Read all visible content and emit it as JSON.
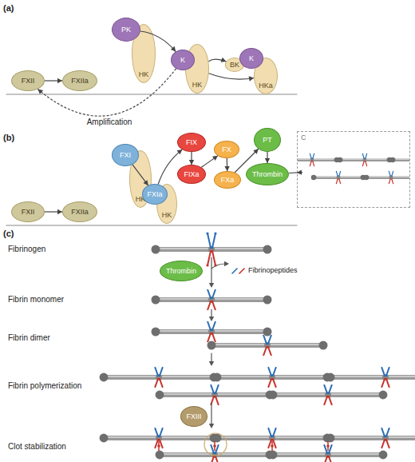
{
  "diagram": {
    "nodes": [
      {
        "text": [
          "FXII"
        ]
      },
      {
        "text": [
          "FXIIa"
        ]
      },
      {
        "text": [
          "HK"
        ]
      },
      {
        "text": [
          "PK"
        ]
      },
      {
        "text": [
          "HK"
        ]
      },
      {
        "text": [
          "K"
        ]
      },
      {
        "text": [
          "BK"
        ]
      },
      {
        "text": [
          "HKa"
        ]
      },
      {
        "text": [
          "K"
        ]
      },
      {
        "text": [
          "FXII"
        ]
      },
      {
        "text": [
          "FXIIa"
        ]
      },
      {
        "text": [
          "HK"
        ]
      },
      {
        "text": [
          "FXI"
        ]
      },
      {
        "text": [
          "HK"
        ]
      },
      {
        "text": [
          "FXIa"
        ]
      },
      {
        "text": [
          "FIX"
        ]
      },
      {
        "text": [
          "FIXa"
        ]
      },
      {
        "text": [
          "FX"
        ]
      },
      {
        "text": [
          "FXa"
        ]
      },
      {
        "text": [
          "PT"
        ]
      },
      {
        "text": [
          "Thrombin"
        ]
      },
      {
        "text": [
          "C"
        ]
      },
      {
        "text": [
          "Thrombin"
        ]
      },
      {
        "text": [
          "FXIII"
        ]
      }
    ],
    "edges": [
      {
        "from": 0,
        "to": 1,
        "arrow": "to"
      },
      {
        "from": 3,
        "to": 5,
        "arrow": "to"
      },
      {
        "from": 4,
        "to": 6,
        "arrow": "to"
      },
      {
        "from": 4,
        "to": 7,
        "arrow": "to"
      },
      {
        "from": 5,
        "to": 0,
        "label": "Amplification",
        "arrow": "to"
      },
      {
        "from": 9,
        "to": 10,
        "arrow": "to"
      },
      {
        "from": 12,
        "to": 14,
        "arrow": "to"
      },
      {
        "from": 14,
        "to": 15,
        "arrow": "to"
      },
      {
        "from": 15,
        "to": 16,
        "arrow": "to"
      },
      {
        "from": 16,
        "to": 17,
        "arrow": "to"
      },
      {
        "from": 17,
        "to": 18,
        "arrow": "to"
      },
      {
        "from": 18,
        "to": 19,
        "arrow": "to"
      },
      {
        "from": 19,
        "to": 20,
        "arrow": "to"
      },
      {
        "from": 20,
        "to": 21,
        "arrow": "to"
      }
    ],
    "labels": [
      "(a)",
      "(b)",
      "(c)",
      "Fibrinogen",
      "Fibrinopeptides",
      "Fibrin monomer",
      "Fibrin dimer",
      "Fibrin polymerization",
      "Clot stabilization"
    ]
  }
}
